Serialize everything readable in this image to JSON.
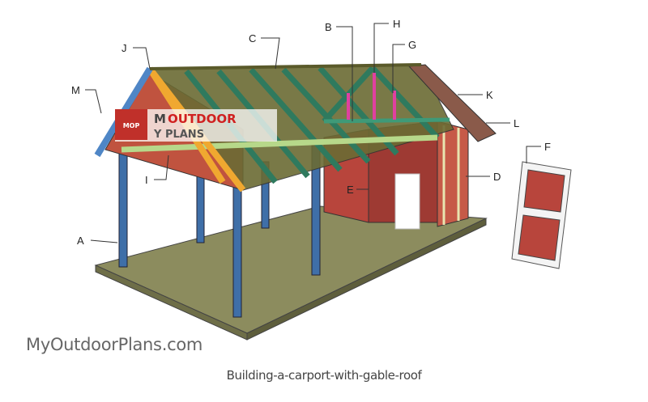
{
  "diagram": {
    "labels": {
      "A": "A",
      "B": "B",
      "C": "C",
      "D": "D",
      "E": "E",
      "F": "F",
      "G": "G",
      "H": "H",
      "I": "I",
      "J": "J",
      "K": "K",
      "L": "L",
      "M": "M"
    },
    "logo": {
      "badge": "MOP",
      "line1_prefix": "M",
      "line1": "OUTDOOR",
      "line2": "Y PLANS"
    },
    "colors": {
      "floor": "#8a8a5c",
      "post": "#3f6fa8",
      "rafter_green": "#3f9a78",
      "rafter_orange": "#f0a830",
      "wall_red": "#b8453c",
      "shingle": "#8a5a4a",
      "ridge": "#5a5a2a",
      "pink": "#e040a0",
      "trim": "#e8e4b0"
    }
  },
  "watermark": "MyOutdoorPlans.com",
  "caption": "Building-a-carport-with-gable-roof"
}
